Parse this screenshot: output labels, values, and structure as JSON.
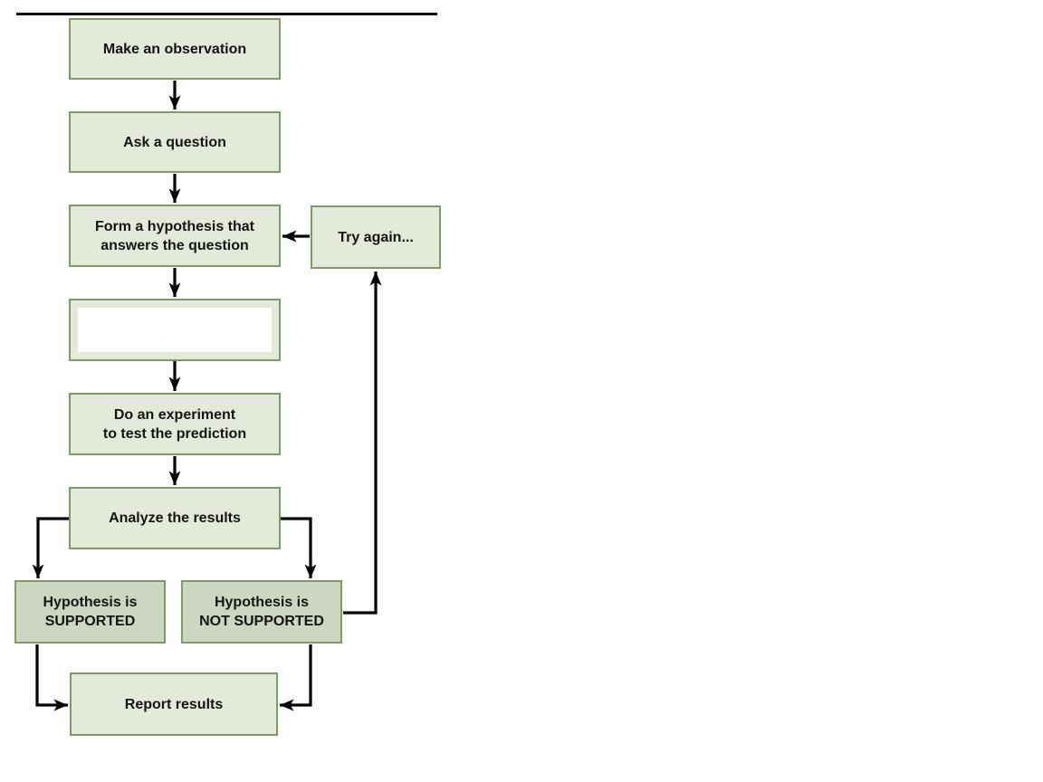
{
  "colors": {
    "box_border": "#7e9c62",
    "box_fill_light": "#e3ead9",
    "box_fill_dark": "#ccd6c0",
    "blank_fill": "#ffffff",
    "arrow": "#000000",
    "text": "#141414"
  },
  "diagram": {
    "nodes": {
      "observation": {
        "label": "Make an observation"
      },
      "question": {
        "label": "Ask a question"
      },
      "hypothesis": {
        "label": "Form a hypothesis that\nanswers the question"
      },
      "blank": {
        "label": ""
      },
      "experiment": {
        "label": "Do an experiment\nto test the prediction"
      },
      "analyze": {
        "label": "Analyze the results"
      },
      "supported": {
        "label": "Hypothesis is\nSUPPORTED"
      },
      "not_supported": {
        "label": "Hypothesis is\nNOT SUPPORTED"
      },
      "report": {
        "label": "Report results"
      },
      "try_again": {
        "label": "Try again..."
      }
    }
  }
}
